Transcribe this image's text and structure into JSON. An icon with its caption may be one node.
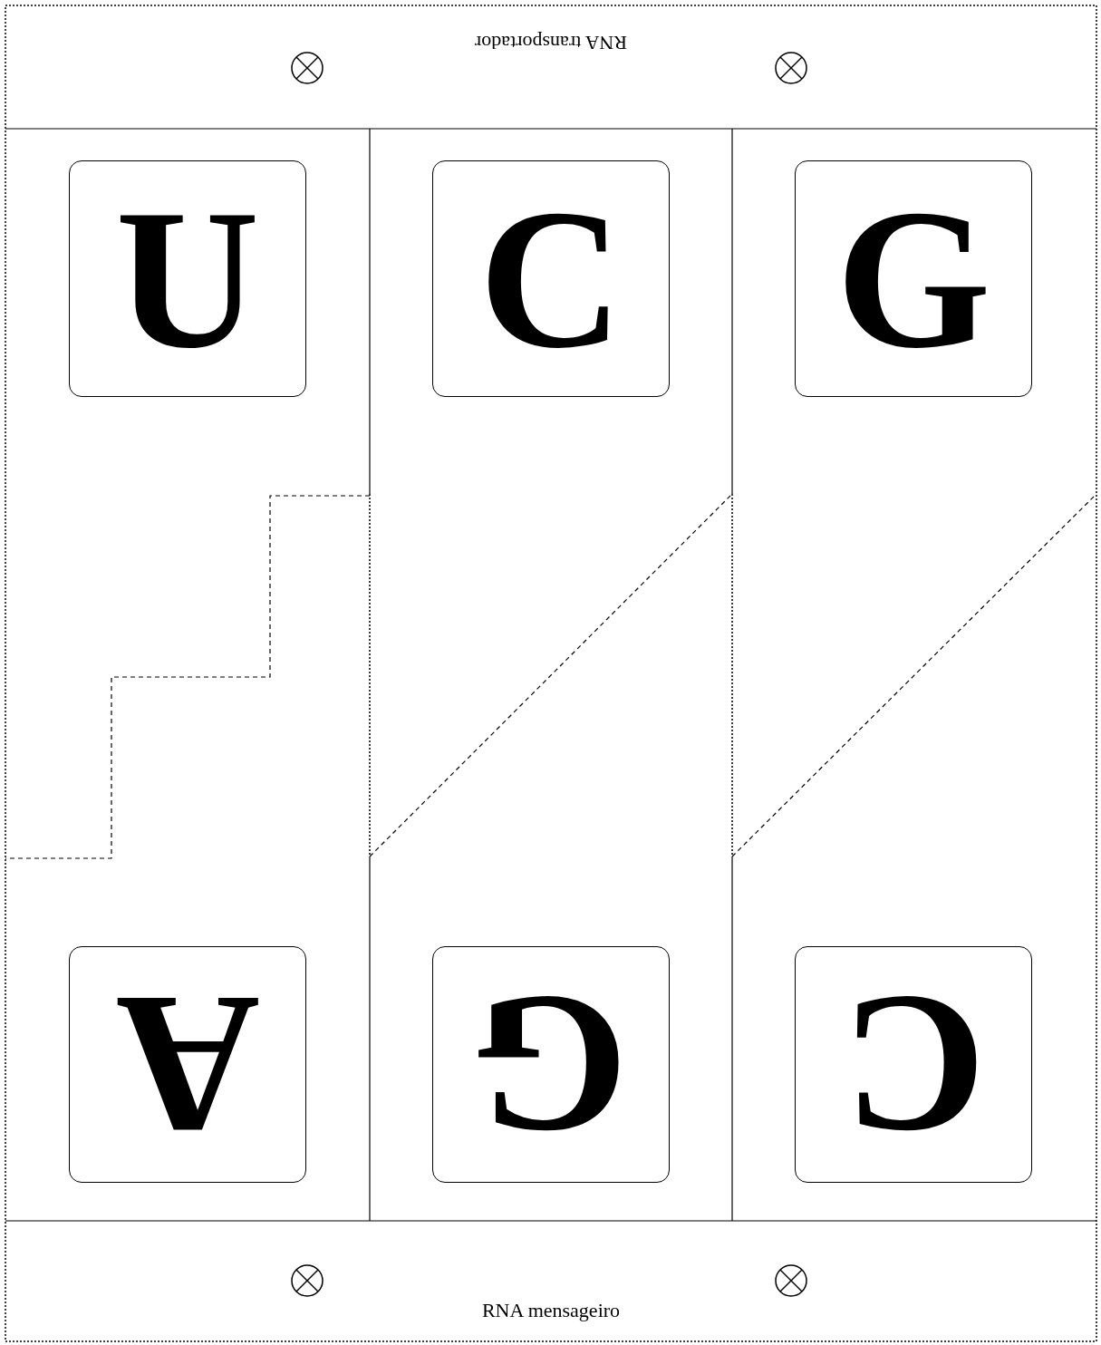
{
  "diagram": {
    "nodes": [
      {
        "text": [
          "RNA transportador"
        ]
      },
      {
        "text": [
          "U"
        ]
      },
      {
        "text": [
          "C"
        ]
      },
      {
        "text": [
          "G"
        ]
      },
      {
        "text": [
          "A"
        ]
      },
      {
        "text": [
          "G"
        ]
      },
      {
        "text": [
          "C"
        ]
      },
      {
        "text": [
          "RNA mensageiro"
        ]
      }
    ]
  }
}
